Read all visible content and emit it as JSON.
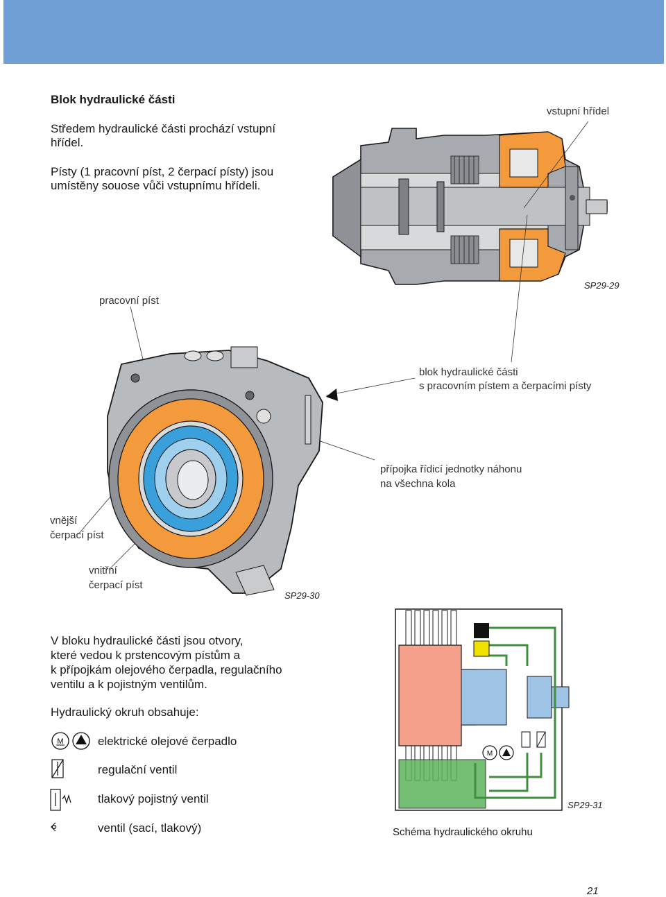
{
  "section": {
    "heading": "Blok hydraulické části",
    "para1": [
      "Středem hydraulické části prochází vstupní",
      "hřídel."
    ],
    "para2": [
      "Písty (1 pracovní píst, 2 čerpací písty) jsou",
      "umístěny souose vůči vstupnímu hřídeli."
    ]
  },
  "figure1": {
    "label_shaft": "vstupní hřídel",
    "label_piston": "pracovní píst",
    "code": "SP29-29"
  },
  "figure2": {
    "label_block": [
      "blok hydraulické části",
      "s pracovním pístem a čerpacími písty"
    ],
    "label_connection": [
      "přípojka řídicí jednotky náhonu",
      "na všechna kola"
    ],
    "label_outer": [
      "vnější",
      "čerpací píst"
    ],
    "label_inner": [
      "vnitřní",
      "čerpací píst"
    ],
    "code": "SP29-30"
  },
  "body": {
    "para3": [
      "V bloku hydraulické části jsou otvory,",
      "které vedou k prstencovým pístům a",
      "k přípojkám olejového čerpadla, regulačního",
      "ventilu a k pojistným ventilům."
    ],
    "legend_heading": "Hydraulický okruh obsahuje:",
    "legend": [
      {
        "icon": "motor-pump-icon",
        "symbol": "M",
        "text": "elektrické olejové čerpadlo"
      },
      {
        "icon": "control-valve-icon",
        "text": "regulační ventil"
      },
      {
        "icon": "pressure-relief-valve-icon",
        "text": "tlakový pojistný ventil"
      },
      {
        "icon": "check-valve-icon",
        "text": "ventil (sací, tlakový)"
      }
    ]
  },
  "figure3": {
    "code": "SP29-31",
    "caption": "Schéma hydraulického okruhu",
    "motor_symbol": "M"
  },
  "page_number": "21",
  "colors": {
    "header": "#6f9fd4",
    "orange": "#f39a3c",
    "blue": "#3aa0dc",
    "salmon": "#f4a08a",
    "green": "#5db55d",
    "grey": "#a7aaae"
  }
}
